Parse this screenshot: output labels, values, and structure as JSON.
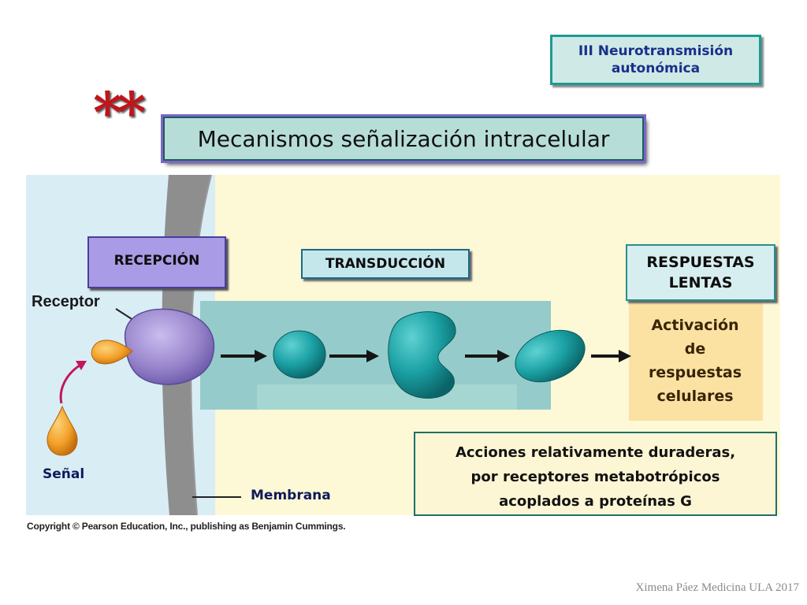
{
  "section": {
    "line1": "III Neurotransmisión",
    "line2": "autonómica"
  },
  "marker": "**",
  "title": "Mecanismos señalización intracelular",
  "stages": {
    "reception": "RECEPCIÓN",
    "transduction": "TRANSDUCCIÓN",
    "response_line1": "RESPUESTAS",
    "response_line2": "LENTAS"
  },
  "activation": {
    "line1": "Activación",
    "line2": "de",
    "line3": "respuestas",
    "line4": "celulares"
  },
  "actions": {
    "line1": "Acciones relativamente duraderas,",
    "line2": "por receptores metabotrópicos",
    "line3": "acoplados a proteínas G"
  },
  "labels": {
    "receptor": "Receptor",
    "signal": "Señal",
    "membrane": "Membrana"
  },
  "copyright": "Copyright © Pearson Education, Inc., publishing as Benjamin Cummings.",
  "footer": "Ximena Páez Medicina ULA 2017",
  "colors": {
    "teal": "#1aa0a3",
    "receptor": "#9a86cc",
    "signal": "#f3a12a",
    "arrow": "#c2185b",
    "accent": "#c0151b"
  }
}
